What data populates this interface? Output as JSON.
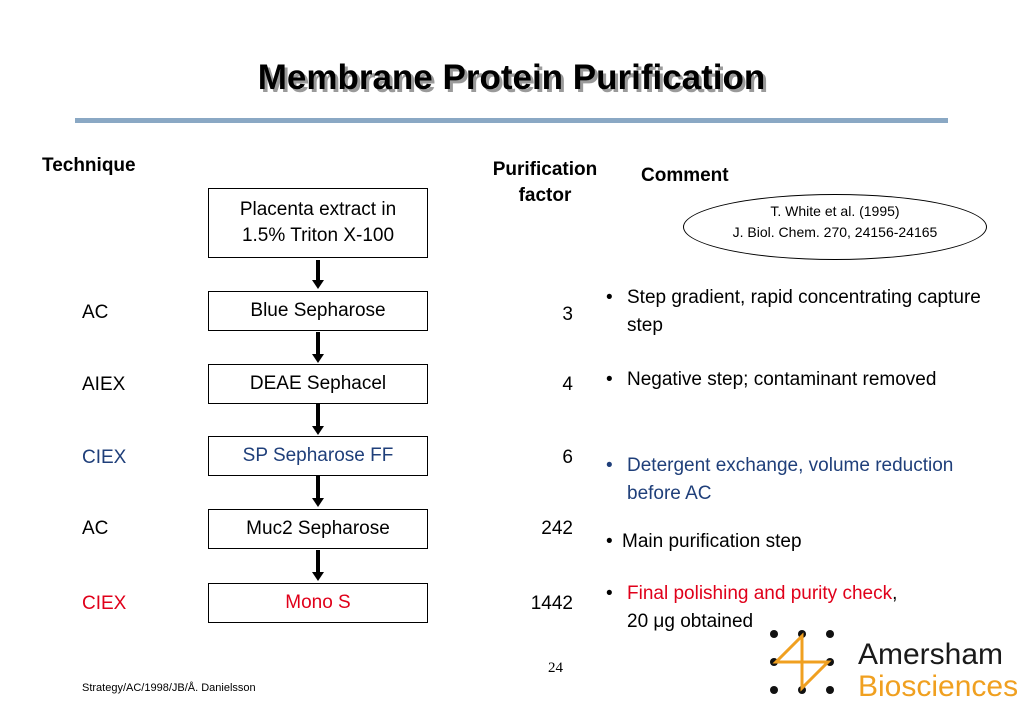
{
  "title": "Membrane Protein Purification",
  "headers": {
    "technique": "Technique",
    "factor_line1": "Purification",
    "factor_line2": "factor",
    "comment": "Comment"
  },
  "reference": {
    "line1": "T. White et al. (1995)",
    "line2": "J. Biol. Chem. 270, 24156-24165"
  },
  "start_box": {
    "line1": "Placenta extract in",
    "line2": "1.5% Triton X-100"
  },
  "steps": [
    {
      "technique": "AC",
      "column": "Blue Sepharose",
      "factor": "3",
      "color": "#000000"
    },
    {
      "technique": "AIEX",
      "column": "DEAE Sephacel",
      "factor": "4",
      "color": "#000000"
    },
    {
      "technique": "CIEX",
      "column": "SP Sepharose FF",
      "factor": "6",
      "color": "#1f3f7a"
    },
    {
      "technique": "AC",
      "column": "Muc2 Sepharose",
      "factor": "242",
      "color": "#000000"
    },
    {
      "technique": "CIEX",
      "column": "Mono S",
      "factor": "1442",
      "color": "#e0001a"
    }
  ],
  "comments": [
    {
      "bullet": "•",
      "text": "Step gradient, rapid concentrating capture step"
    },
    {
      "bullet": "•",
      "text": "Negative step; contaminant removed"
    },
    {
      "bullet": "•",
      "text": "Detergent exchange, volume reduction before AC"
    },
    {
      "bullet": "•",
      "text": "Main purification step"
    },
    {
      "bullet": "•",
      "text_red": "Final polishing and purity check",
      "text_after": ",",
      "line2": "20 μg obtained"
    }
  ],
  "footer": "Strategy/AC/1998/JB/Å. Danielsson",
  "page_number": "24",
  "logo": {
    "brand_line1": "Amersham",
    "brand_line2": "Biosciences",
    "color_dark": "#1a1a1a",
    "color_accent": "#f0a020"
  }
}
